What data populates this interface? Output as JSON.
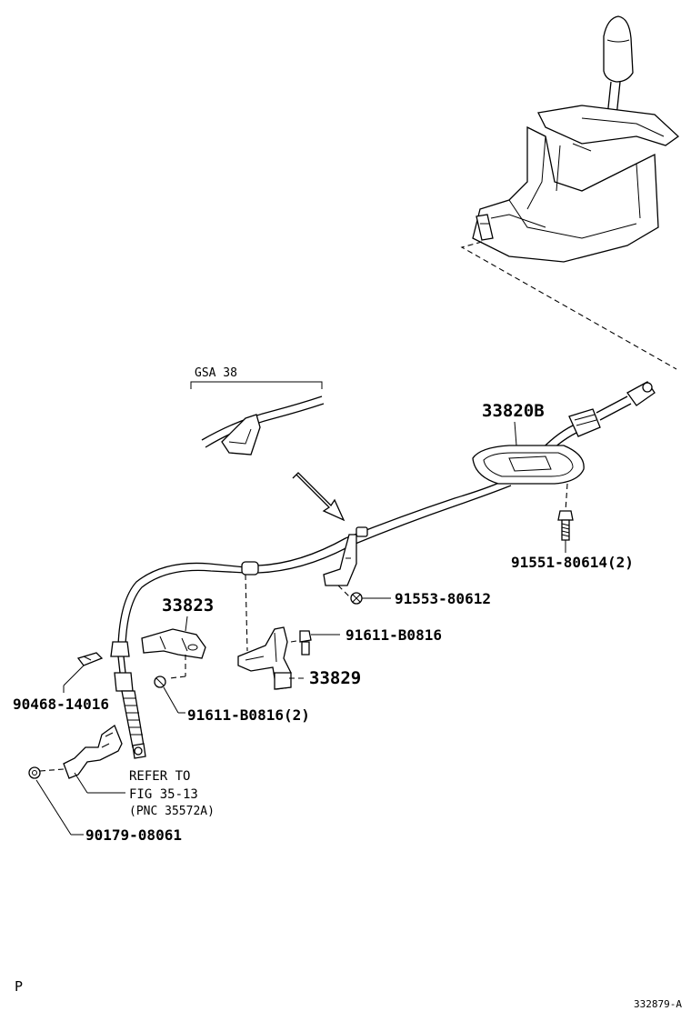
{
  "labels": {
    "gsa": "GSA 38",
    "cable_assembly": "33820B",
    "bolt_floor": "91551-80614(2)",
    "bolt_bracket": "91553-80612",
    "bolt_bracket2": "91611-B0816",
    "bracket_33829": "33829",
    "cover_33823": "33823",
    "bolt_cover": "91611-B0816(2)",
    "clip": "90468-14016",
    "nut": "90179-08061",
    "refer_line1": "REFER TO",
    "refer_line2": "FIG 35-13",
    "refer_line3": "(PNC 35572A)",
    "corner_p": "P",
    "figure_code": "332879-A"
  },
  "icons": {
    "shifter": "shift-lever-assembly-icon",
    "cable": "transmission-control-cable-icon",
    "arrow": "direction-arrow-icon"
  }
}
